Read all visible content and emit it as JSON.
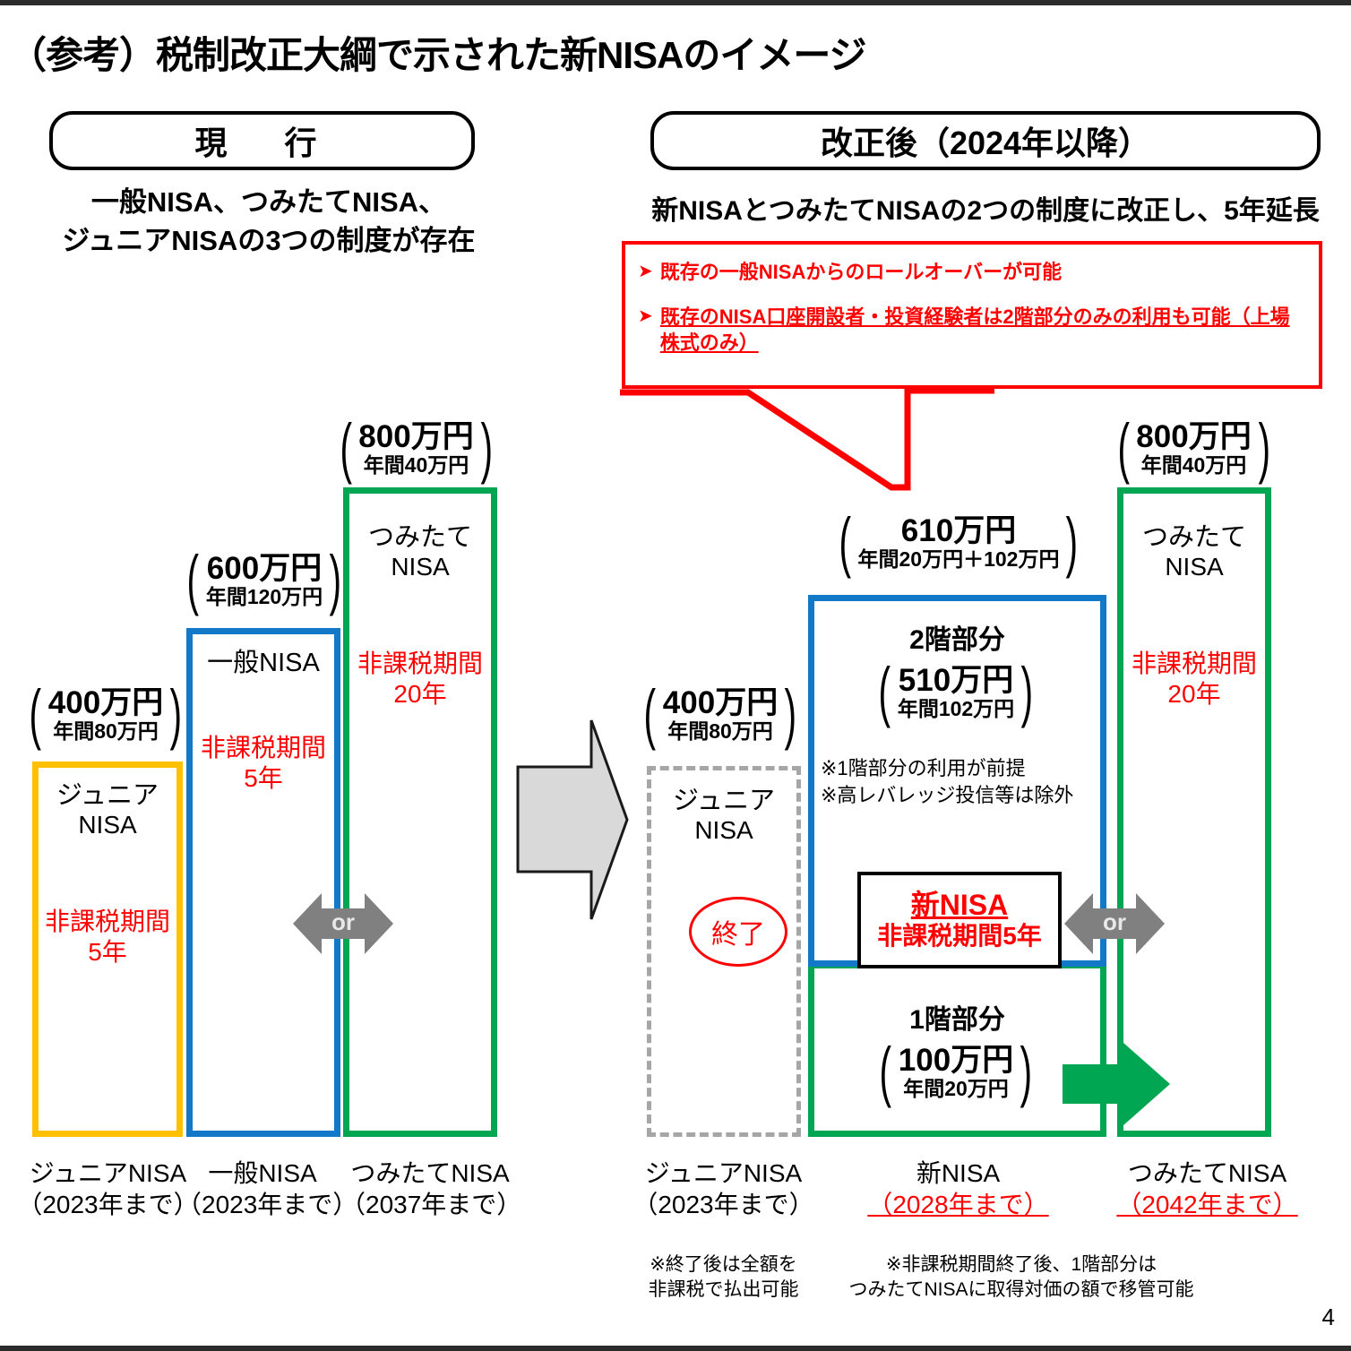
{
  "page": {
    "title": "（参考）税制改正大綱で示された新NISAのイメージ",
    "page_number": "4"
  },
  "left_panel": {
    "header": "現　行",
    "caption_line1": "一般NISA、つみたてNISA、",
    "caption_line2": "ジュニアNISAの3つの制度が存在",
    "bars": [
      {
        "id": "junior-nisa",
        "name_line1": "ジュニア",
        "name_line2": "NISA",
        "total": "400万円",
        "annual": "年間80万円",
        "tax_free_line1": "非課税期間",
        "tax_free_line2": "5年",
        "color": "#ffc000",
        "footer_label": "ジュニアNISA",
        "footer_period": "（2023年まで）"
      },
      {
        "id": "general-nisa",
        "name_line1": "一般NISA",
        "name_line2": "",
        "total": "600万円",
        "annual": "年間120万円",
        "tax_free_line1": "非課税期間",
        "tax_free_line2": "5年",
        "color": "#1278c8",
        "footer_label": "一般NISA",
        "footer_period": "（2023年まで）"
      },
      {
        "id": "tsumitate-nisa",
        "name_line1": "つみたて",
        "name_line2": "NISA",
        "total": "800万円",
        "annual": "年間40万円",
        "tax_free_line1": "非課税期間",
        "tax_free_line2": "20年",
        "color": "#00a651",
        "footer_label": "つみたてNISA",
        "footer_period": "（2037年まで）"
      }
    ],
    "or_label": "or"
  },
  "right_panel": {
    "header": "改正後（2024年以降）",
    "caption": "新NISAとつみたてNISAの2つの制度に改正し、5年延長",
    "callout": {
      "bullet_marker": "➤",
      "items": [
        {
          "text": "既存の一般NISAからのロールオーバーが可能",
          "underline": false
        },
        {
          "text": "既存のNISA口座開設者・投資経験者は2階部分のみの利用も可能（上場株式のみ）",
          "underline": true
        }
      ]
    },
    "junior": {
      "total": "400万円",
      "annual": "年間80万円",
      "name_line1": "ジュニア",
      "name_line2": "NISA",
      "status": "終了",
      "footer_label": "ジュニアNISA",
      "footer_period": "（2023年まで）",
      "note_line1": "※終了後は全額を",
      "note_line2": "非課税で払出可能"
    },
    "new_nisa": {
      "total": "610万円",
      "annual": "年間20万円＋102万円",
      "tier2_title": "2階部分",
      "tier2_total": "510万円",
      "tier2_annual": "年間102万円",
      "tier2_note1": "※1階部分の利用が前提",
      "tier2_note2": "※高レバレッジ投信等は除外",
      "badge_title": "新NISA",
      "badge_sub": "非課税期間5年",
      "tier1_title": "1階部分",
      "tier1_total": "100万円",
      "tier1_annual": "年間20万円",
      "footer_label": "新NISA",
      "footer_period": "（2028年まで）",
      "note_line1": "※非課税期間終了後、1階部分は",
      "note_line2": "つみたてNISAに取得対価の額で移管可能"
    },
    "tsumitate": {
      "total": "800万円",
      "annual": "年間40万円",
      "name_line1": "つみたて",
      "name_line2": "NISA",
      "tax_free_line1": "非課税期間",
      "tax_free_line2": "20年",
      "footer_label": "つみたてNISA",
      "footer_period": "（2042年まで）"
    },
    "or_label": "or"
  },
  "colors": {
    "orange": "#ffc000",
    "blue": "#1278c8",
    "green": "#00a651",
    "red": "#ff0000",
    "grey": "#808080",
    "dashed_grey": "#a6a6a6"
  }
}
